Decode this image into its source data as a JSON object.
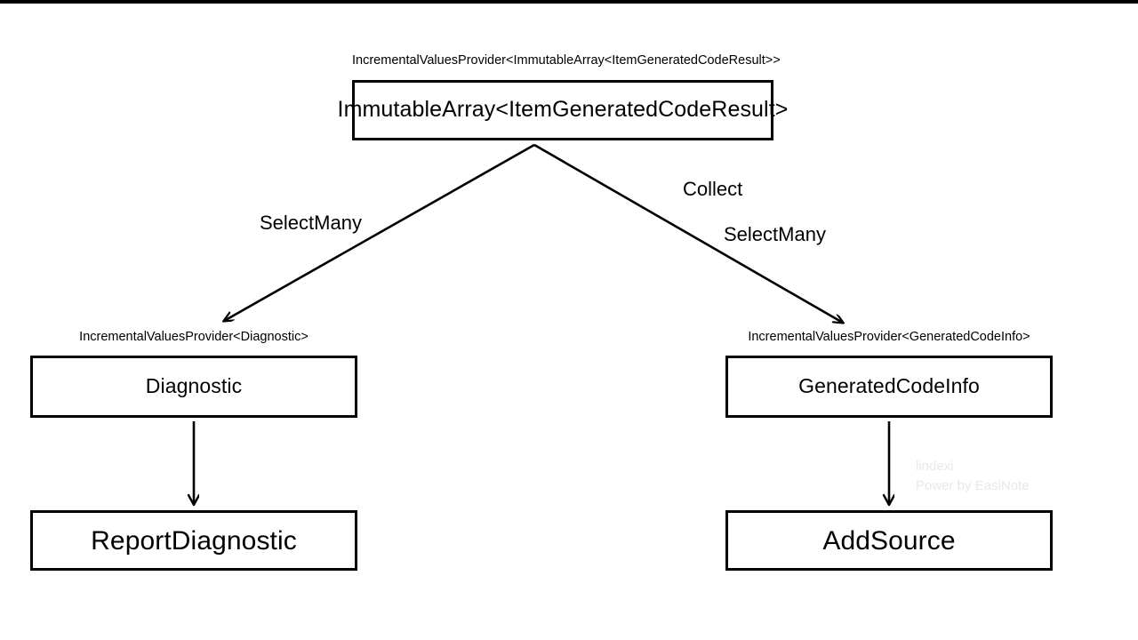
{
  "page": {
    "background_color": "#ffffff",
    "ink_color": "#000000",
    "top_bar_color": "#000000"
  },
  "diagram": {
    "nodes": [
      {
        "id": "immutable-array",
        "label": "ImmutableArray<ItemGeneratedCodeResult>",
        "caption": "IncrementalValuesProvider<ImmutableArray<ItemGeneratedCodeResult>>"
      },
      {
        "id": "diagnostic",
        "label": "Diagnostic",
        "caption": "IncrementalValuesProvider<Diagnostic>"
      },
      {
        "id": "generated-code-info",
        "label": "GeneratedCodeInfo",
        "caption": "IncrementalValuesProvider<GeneratedCodeInfo>"
      },
      {
        "id": "report-diagnostic",
        "label": "ReportDiagnostic",
        "caption": ""
      },
      {
        "id": "add-source",
        "label": "AddSource",
        "caption": ""
      }
    ],
    "edges": [
      {
        "id": "edge-selectmany-left",
        "from": "immutable-array",
        "to": "diagnostic",
        "label": "SelectMany"
      },
      {
        "id": "edge-collect",
        "from": "immutable-array",
        "to": "generated-code-info",
        "label": "Collect"
      },
      {
        "id": "edge-selectmany-right",
        "from": "immutable-array",
        "to": "generated-code-info",
        "label": "SelectMany"
      },
      {
        "id": "edge-diagnostic-report",
        "from": "diagnostic",
        "to": "report-diagnostic",
        "label": ""
      },
      {
        "id": "edge-info-addsource",
        "from": "generated-code-info",
        "to": "add-source",
        "label": ""
      }
    ]
  },
  "watermark": {
    "line1": "lindexi",
    "line2": "Power by EasiNote",
    "color": "#e8e8e8"
  }
}
